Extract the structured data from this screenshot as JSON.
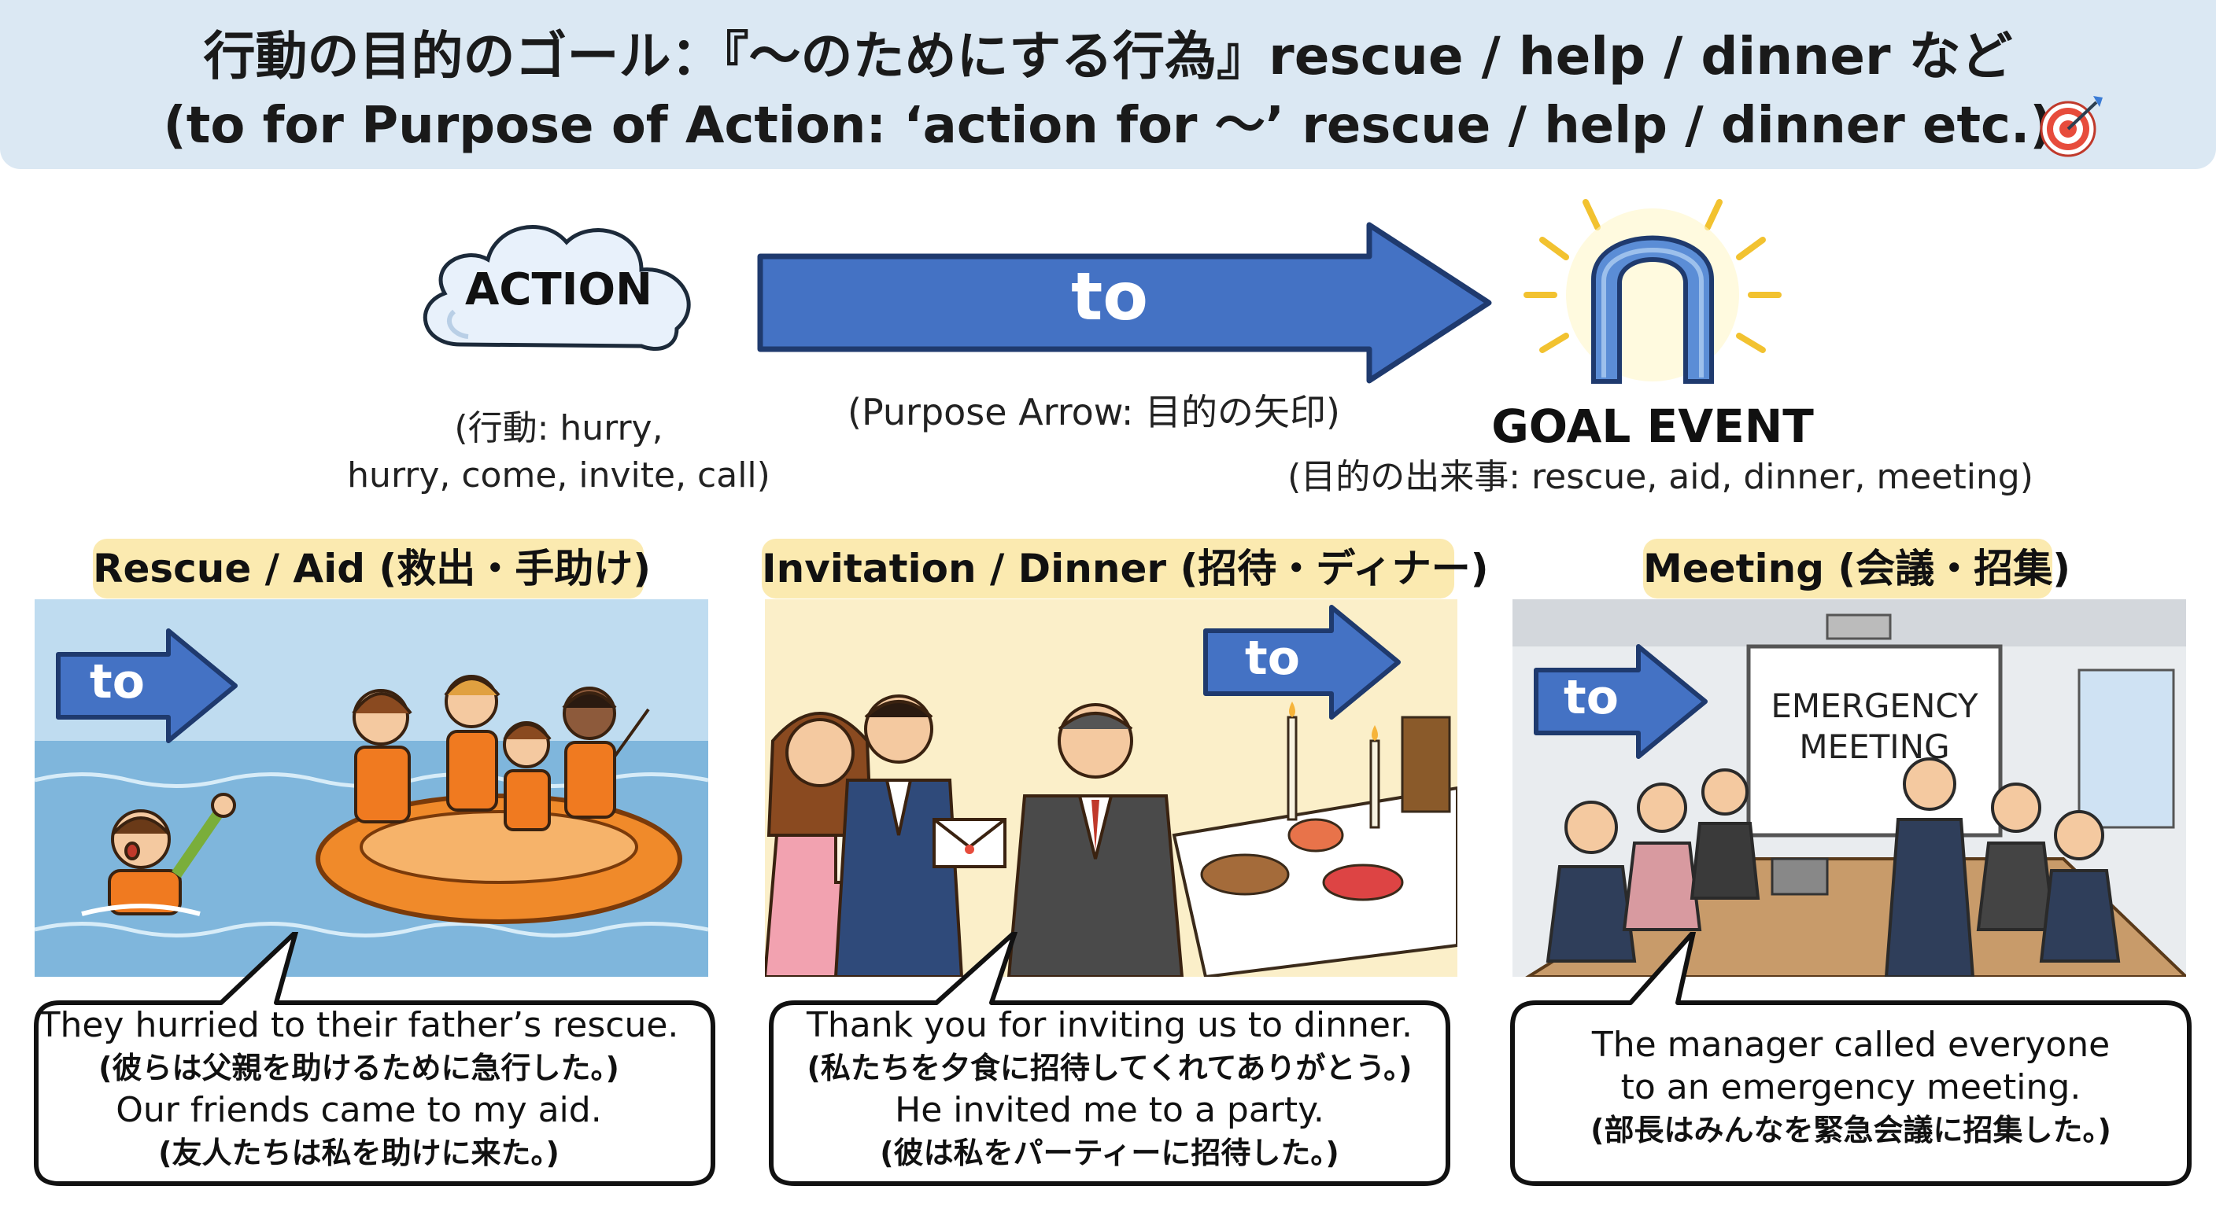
{
  "header": {
    "title_jp": "行動の目的のゴール：『〜のためにする行為』rescue / help / dinner など",
    "title_en": "(to for Purpose of Action: ‘action for 〜’ rescue / help / dinner etc.)",
    "title_icon": "target-dart-icon"
  },
  "concept": {
    "action_label": "ACTION",
    "action_caption_1": "(行動: hurry,",
    "action_caption_2": "hurry, come, invite, call)",
    "arrow_label": "to",
    "arrow_caption": "(Purpose Arrow: 目的の矢印)",
    "goal_label": "GOAL EVENT",
    "goal_caption": "(目的の出来事: rescue, aid, dinner, meeting)"
  },
  "panels": [
    {
      "title": "Rescue / Aid (救出・手助け)",
      "arrow_label": "to",
      "lines": [
        {
          "text": "They hurried to their father’s rescue.",
          "lang": "en"
        },
        {
          "text": "(彼らは父親を助けるために急行した。)",
          "lang": "jp"
        },
        {
          "text": "Our friends came to my aid.",
          "lang": "en"
        },
        {
          "text": "(友人たちは私を助けに来た。)",
          "lang": "jp"
        }
      ]
    },
    {
      "title": "Invitation / Dinner (招待・ディナー)",
      "arrow_label": "to",
      "lines": [
        {
          "text": "Thank you for inviting us to dinner.",
          "lang": "en"
        },
        {
          "text": "(私たちを夕食に招待してくれてありがとう。)",
          "lang": "jp"
        },
        {
          "text": "He invited me to a party.",
          "lang": "en"
        },
        {
          "text": "(彼は私をパーティーに招待した。)",
          "lang": "jp"
        }
      ]
    },
    {
      "title": "Meeting (会議・招集)",
      "arrow_label": "to",
      "screen_line_1": "EMERGENCY",
      "screen_line_2": "MEETING",
      "lines": [
        {
          "text": "The manager called everyone",
          "lang": "en"
        },
        {
          "text": "to an emergency meeting.",
          "lang": "en"
        },
        {
          "text": "(部長はみんなを緊急会議に招集した。)",
          "lang": "jp"
        }
      ]
    }
  ],
  "colors": {
    "banner": "#dbe8f3",
    "arrow_blue": "#4472c4",
    "arrow_outline": "#1f3a6e",
    "panel_title_bg": "#fbeab0",
    "sea": "#7fb6dc",
    "raft": "#f08a2a"
  }
}
